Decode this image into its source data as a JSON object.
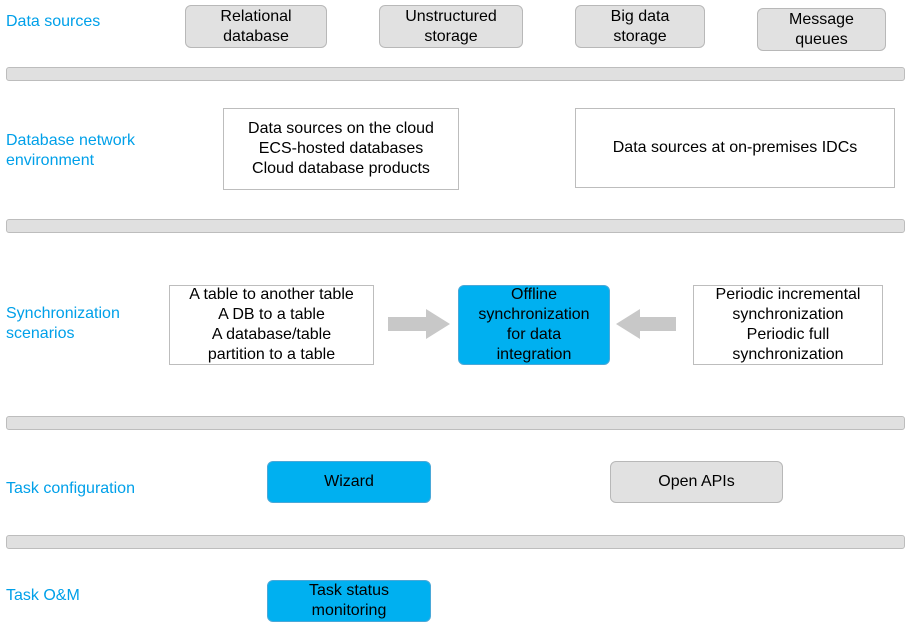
{
  "rows": {
    "data_sources": {
      "label": "Data sources",
      "items": [
        "Relational\ndatabase",
        "Unstructured\nstorage",
        "Big data\nstorage",
        "Message\nqueues"
      ]
    },
    "network": {
      "label": "Database network\nenvironment",
      "cloud": "Data sources on the cloud\nECS-hosted databases\nCloud database products",
      "idc": "Data sources at on-premises IDCs"
    },
    "sync": {
      "label": "Synchronization\nscenarios",
      "left": "A table to another table\nA DB to a table\nA database/table\npartition to a table",
      "center": "Offline\nsynchronization\nfor data\nintegration",
      "right": "Periodic incremental\nsynchronization\nPeriodic full\nsynchronization"
    },
    "task_config": {
      "label": "Task configuration",
      "wizard": "Wizard",
      "apis": "Open APIs"
    },
    "task_om": {
      "label": "Task O&M",
      "monitoring": "Task status\nmonitoring"
    }
  },
  "colors": {
    "label_blue": "#00a0e9",
    "accent_blue": "#00b0f0",
    "gray_fill": "#e1e1e1",
    "arrow_gray": "#c8c8c8"
  }
}
